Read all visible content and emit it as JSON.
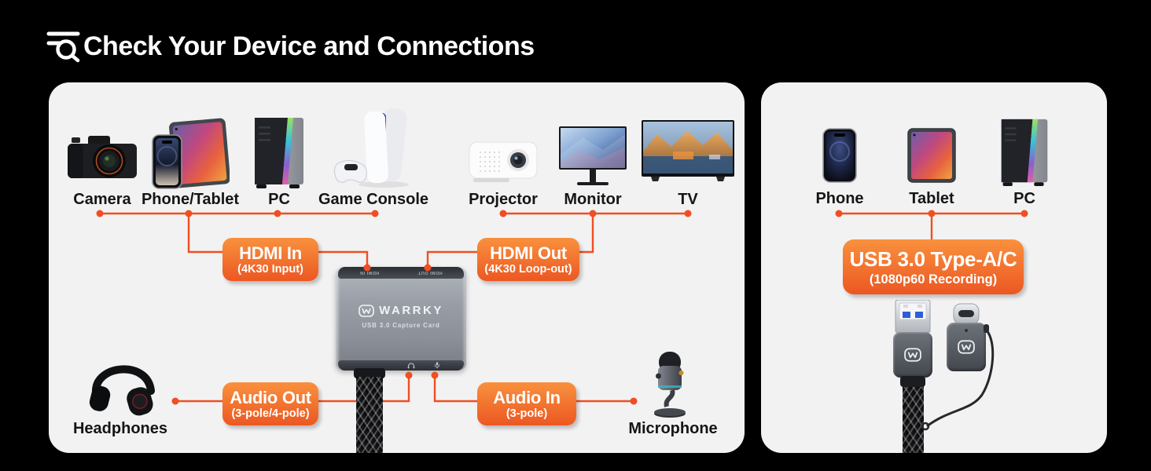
{
  "header": {
    "title": "Check Your Device and Connections"
  },
  "colors": {
    "background": "#000000",
    "panel": "#F2F2F2",
    "accent": "#F04E23",
    "tag_gradient_top": "#F9913E",
    "tag_gradient_bottom": "#EC5722"
  },
  "left_panel": {
    "source_devices": [
      "Camera",
      "Phone/Tablet",
      "PC",
      "Game Console"
    ],
    "display_devices": [
      "Projector",
      "Monitor",
      "TV"
    ],
    "hdmi_in": {
      "title": "HDMI In",
      "subtitle": "(4K30 Input)"
    },
    "hdmi_out": {
      "title": "HDMI Out",
      "subtitle": "(4K30 Loop-out)"
    },
    "audio_out": {
      "title": "Audio Out",
      "subtitle": "(3-pole/4-pole)"
    },
    "audio_in": {
      "title": "Audio In",
      "subtitle": "(3-pole)"
    },
    "audio_out_device": "Headphones",
    "audio_in_device": "Microphone",
    "capture_card": {
      "brand": "WARRKY",
      "model": "USB 3.0 Capture Card",
      "top_left_port": "HDMI IN",
      "top_right_port": "HDMI OUT"
    }
  },
  "right_panel": {
    "devices": [
      "Phone",
      "Tablet",
      "PC"
    ],
    "usb_label": {
      "title": "USB 3.0 Type-A/C",
      "subtitle": "(1080p60 Recording)"
    }
  }
}
